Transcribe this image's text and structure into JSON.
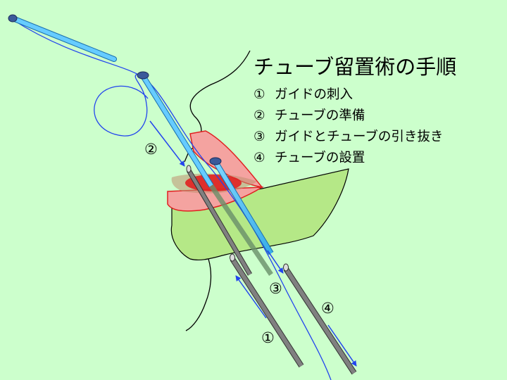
{
  "title": "チューブ留置術の手順",
  "steps": [
    {
      "num": "①",
      "text": "ガイドの刺入"
    },
    {
      "num": "②",
      "text": "チューブの準備"
    },
    {
      "num": "③",
      "text": "ガイドとチューブの引き抜き"
    },
    {
      "num": "④",
      "text": "チューブの設置"
    }
  ],
  "diagram_labels": {
    "step1": "①",
    "step2": "②",
    "step3": "③",
    "step4": "④"
  },
  "colors": {
    "background": "#ccffcc",
    "tissue": "#b5e887",
    "mucosa": "#f4a3a0",
    "lesion": "#e02020",
    "tube": "#66ccff",
    "guide": "#808080",
    "arrow": "#2244ee"
  }
}
